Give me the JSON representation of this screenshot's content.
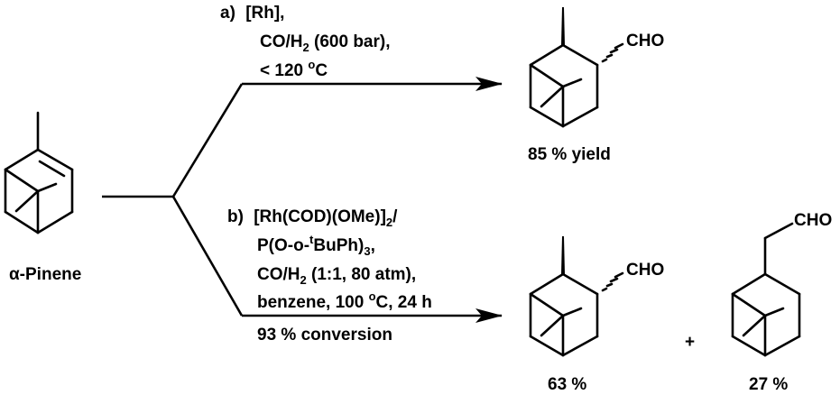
{
  "colors": {
    "ink": "#000000",
    "background": "#ffffff"
  },
  "starting_material": {
    "name": "α-Pinene"
  },
  "route_a": {
    "step": "a)",
    "catalyst": "[Rh],",
    "gas_a": "CO/H",
    "gas_sub": "2",
    "gas_b": " (600 bar),",
    "temp_a": "< 120 ",
    "temp_sup": "o",
    "temp_b": "C",
    "product": {
      "group": "CHO",
      "yield": "85 % yield"
    }
  },
  "route_b": {
    "step": "b)",
    "catalyst_a": "[Rh(COD)(OMe)]",
    "catalyst_sub": "2",
    "catalyst_b": "/",
    "ligand_a": "P(O-o-",
    "ligand_sup": "t",
    "ligand_b": "BuPh)",
    "ligand_sub": "3",
    "ligand_c": ",",
    "gas": "CO/H",
    "gas_sub": "2",
    "gas_b": " (1:1, 80 atm),",
    "conditions_a": "benzene, 100 ",
    "conditions_sup": "o",
    "conditions_b": "C, 24 h",
    "conversion": "93 % conversion",
    "plus": "+",
    "product_1": {
      "group": "CHO",
      "yield": "63 %"
    },
    "product_2": {
      "group": "CHO",
      "yield": "27 %"
    }
  }
}
